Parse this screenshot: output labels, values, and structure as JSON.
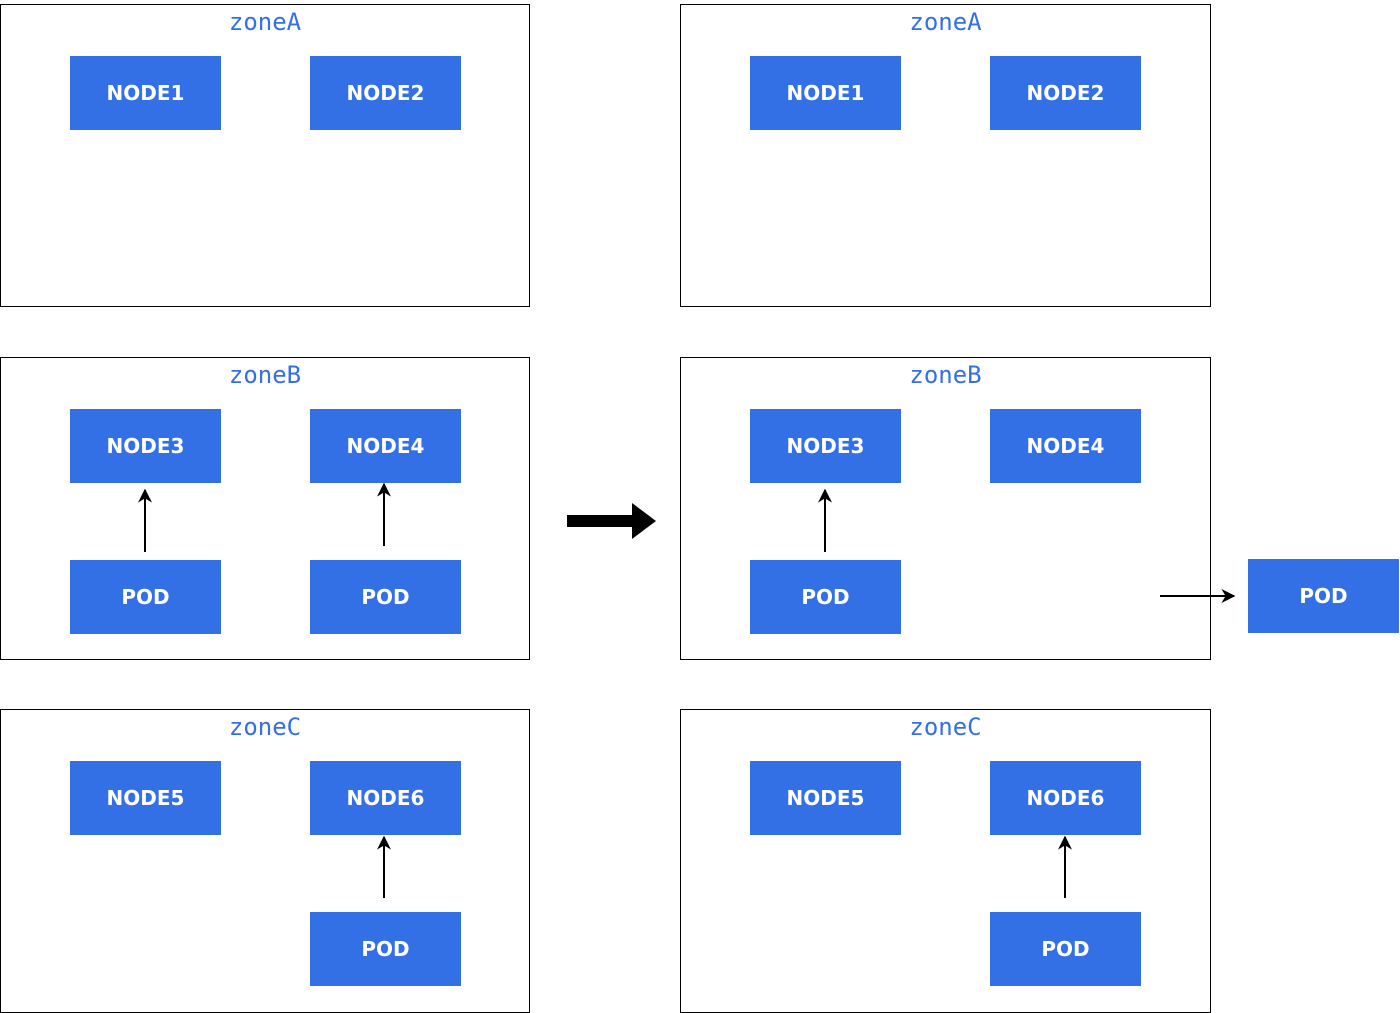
{
  "colors": {
    "box_fill": "#3370e5",
    "box_text": "#ffffff",
    "zone_title": "#3370e5",
    "border": "#000000"
  },
  "left": {
    "zoneA": {
      "title": "zoneA",
      "nodes": [
        "NODE1",
        "NODE2"
      ]
    },
    "zoneB": {
      "title": "zoneB",
      "nodes": [
        "NODE3",
        "NODE4"
      ],
      "pods": [
        "POD",
        "POD"
      ]
    },
    "zoneC": {
      "title": "zoneC",
      "nodes": [
        "NODE5",
        "NODE6"
      ],
      "pods": [
        "POD"
      ]
    }
  },
  "right": {
    "zoneA": {
      "title": "zoneA",
      "nodes": [
        "NODE1",
        "NODE2"
      ]
    },
    "zoneB": {
      "title": "zoneB",
      "nodes": [
        "NODE3",
        "NODE4"
      ],
      "pods": [
        "POD"
      ]
    },
    "zoneC": {
      "title": "zoneC",
      "nodes": [
        "NODE5",
        "NODE6"
      ],
      "pods": [
        "POD"
      ]
    }
  },
  "evicted_pod": "POD"
}
